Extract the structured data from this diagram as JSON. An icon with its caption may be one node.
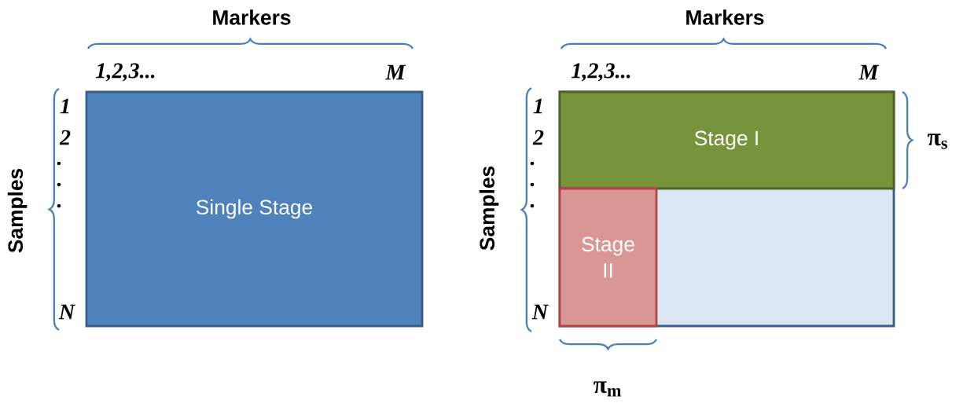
{
  "diagram": {
    "nodes": [
      {
        "text": [
          "Single Stage"
        ]
      },
      {
        "text": [],
        "shape": "box"
      },
      {
        "text": [
          "Stage I"
        ],
        "in": 1
      },
      {
        "text": [
          "Stage II"
        ],
        "in": 1
      }
    ],
    "labels": [
      "Markers",
      "1,2,3...",
      "M",
      "Samples",
      "1",
      "2",
      ".",
      ".",
      ".",
      "N",
      "Markers",
      "1,2,3...",
      "M",
      "Samples",
      "1",
      "2",
      ".",
      ".",
      ".",
      "N",
      "π$_{s}$",
      "π$_{m}$"
    ]
  }
}
